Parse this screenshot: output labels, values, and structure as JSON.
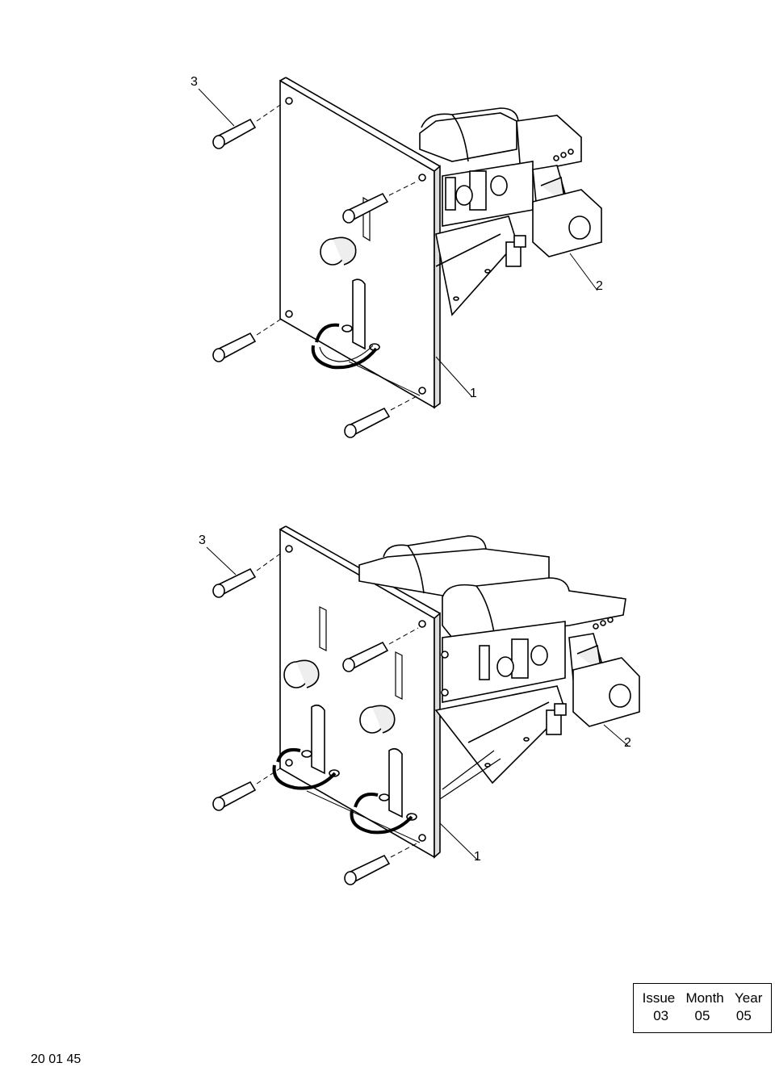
{
  "callouts": {
    "top": {
      "screw": "3",
      "mechanism": "2",
      "plate": "1"
    },
    "bottom": {
      "screw": "3",
      "mechanism": "2",
      "plate": "1"
    }
  },
  "issue_box": {
    "headers": [
      "Issue",
      "Month",
      "Year"
    ],
    "values": [
      "03",
      "05",
      "05"
    ]
  },
  "document_number": "20 01 45"
}
